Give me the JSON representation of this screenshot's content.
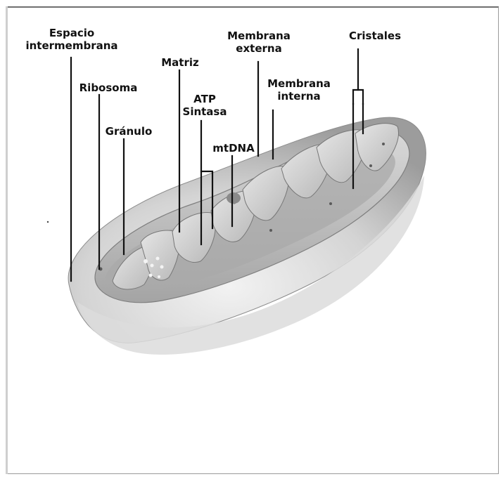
{
  "labels": {
    "espacio_line1": "Espacio",
    "espacio_line2": "intermembrana",
    "ribosoma": "Ribosoma",
    "granulo": "Gránulo",
    "matriz": "Matriz",
    "atp_line1": "ATP",
    "atp_line2": "Sintasa",
    "mtdna": "mtDNA",
    "membrana_externa_line1": "Membrana",
    "membrana_externa_line2": "externa",
    "membrana_interna_line1": "Membrana",
    "membrana_interna_line2": "interna",
    "cristales": "Cristales"
  },
  "colors": {
    "outer_membrane": "#c9c9c9",
    "inner_membrane": "#bdbdbd",
    "matrix": "#a9a9a9",
    "shadow": "#6e6e6e",
    "label_text": "#111111"
  }
}
